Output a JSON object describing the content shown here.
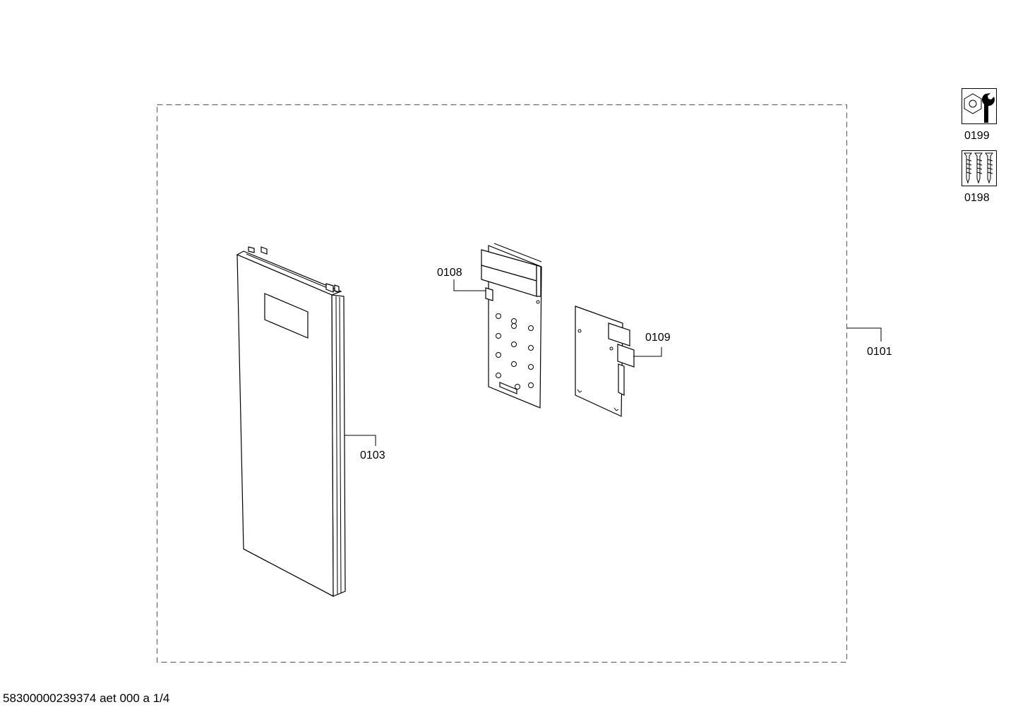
{
  "parts": {
    "door": "0103",
    "control_board": "0108",
    "module_board": "0109",
    "assembly": "0101"
  },
  "side_icons": {
    "tool_kit": {
      "label": "0199",
      "icon": "wrench-nut-icon"
    },
    "screw_kit": {
      "label": "0198",
      "icon": "screws-icon"
    }
  },
  "footer": {
    "text": "58300000239374 aet 000 a 1/4"
  }
}
